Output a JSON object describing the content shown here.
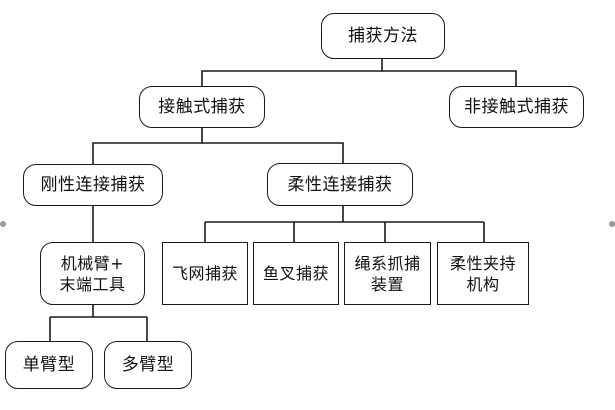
{
  "diagram": {
    "nodes": {
      "root": "捕获方法",
      "contact": "接触式捕获",
      "noncontact": "非接触式捕获",
      "rigid": "刚性连接捕获",
      "flexible": "柔性连接捕获",
      "arm": "机械臂+\n末端工具",
      "net": "飞网捕获",
      "harpoon": "鱼叉捕获",
      "tether": "绳系抓捕\n装置",
      "gripper": "柔性夹持\n机构",
      "single": "单臂型",
      "multi": "多臂型"
    },
    "edges": [
      [
        "root",
        "contact"
      ],
      [
        "root",
        "noncontact"
      ],
      [
        "contact",
        "rigid"
      ],
      [
        "contact",
        "flexible"
      ],
      [
        "rigid",
        "arm"
      ],
      [
        "flexible",
        "net"
      ],
      [
        "flexible",
        "harpoon"
      ],
      [
        "flexible",
        "tether"
      ],
      [
        "flexible",
        "gripper"
      ],
      [
        "arm",
        "single"
      ],
      [
        "arm",
        "multi"
      ]
    ]
  }
}
